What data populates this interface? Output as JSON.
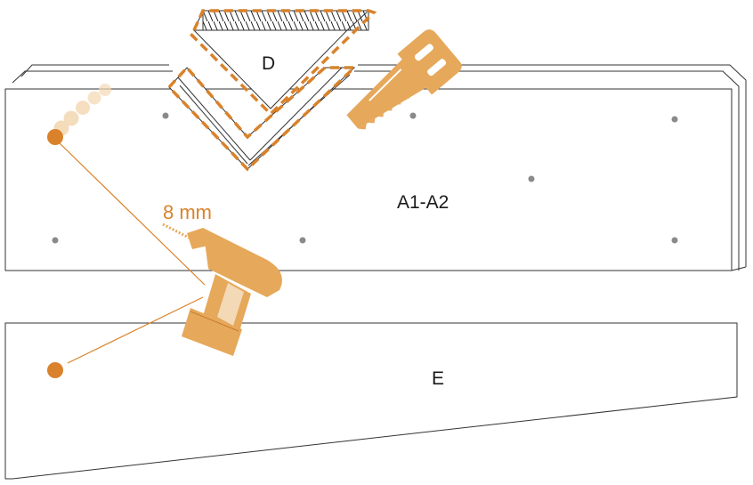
{
  "labels": {
    "piece_d": "D",
    "board_a": "A1-A2",
    "board_e": "E",
    "drill_size": "8 mm"
  },
  "colors": {
    "accent": "#d9822b",
    "tool_fill": "#e6a85a",
    "tool_light": "#f3d9b5",
    "line": "#333333",
    "hole": "#8a8a8a"
  },
  "icons": {
    "saw": "hand-saw-icon",
    "drill": "power-drill-icon"
  }
}
